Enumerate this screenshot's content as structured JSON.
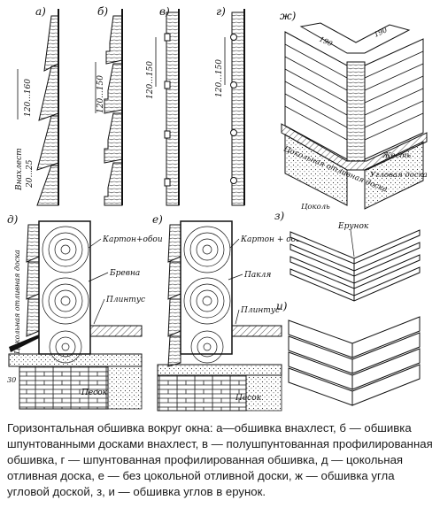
{
  "panel_letters": {
    "a": "а)",
    "b": "б)",
    "v": "в)",
    "g": "г)",
    "zh": "ж)",
    "d": "д)",
    "e": "е)",
    "z": "з)",
    "i": "и)"
  },
  "dimensions": {
    "a_main": "120...160",
    "a_overlap_label": "Внахлест",
    "a_overlap_value": "20...25",
    "b_main": "120...150",
    "v_main": "120...150",
    "g_main": "120...150",
    "zh_left": "190",
    "zh_right": "190"
  },
  "labels": {
    "zh_plinth_board": "Цокольная отливная доска",
    "zh_tin": "Жесть",
    "zh_corner_board": "Угловая доска",
    "zh_plinth": "Цоколь",
    "z_erunok": "Ерунок",
    "d_side": "Цокольная отливная доска",
    "d_cardboard": "Картон+обои",
    "d_logs": "Бревна",
    "d_baseboard": "Плинтус",
    "d_sand": "Песок",
    "d_dim": "30",
    "e_cardboard": "Картон + обои",
    "e_tow": "Пакля",
    "e_baseboard": "Плинтус",
    "e_sand": "Песок"
  },
  "caption": "Горизонтальная обшивка вокруг окна: а—обшивка внахлест, б — обшивка шпунтованными досками внахлест, в — полушпунтованная профилированная обшивка, г — шпунтованная профилированная обшивка, д — цокольная отливная доска, е — без цокольной отливной доски, ж — обшивка угла угловой доской, з, и — обшивка углов в ерунок."
}
